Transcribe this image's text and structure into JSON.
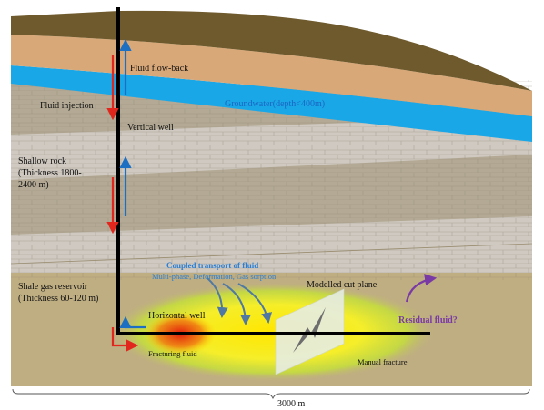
{
  "labels": {
    "fluid_flowback": "Fluid flow-back",
    "fluid_injection": "Fluid injection",
    "groundwater": "Groundwater(depth<400m)",
    "vertical_well": "Vertical well",
    "shallow_rock_1": "Shallow rock",
    "shallow_rock_2": "(Thickness 1800-",
    "shallow_rock_3": "2400 m)",
    "coupled_title": "Coupled transport of fluid",
    "coupled_sub": "Multi-phase, Deformation, Gas sorption",
    "reservoir_1": "Shale gas reservoir",
    "reservoir_2": "(Thickness 60-120 m)",
    "horizontal_well": "Horizontal well",
    "cut_plane": "Modelled cut plane",
    "residual_fluid": "Residual fluid?",
    "fracturing_fluid": "Fracturing fluid",
    "manual_fracture": "Manual fracture",
    "scale": "3000 m"
  },
  "colors": {
    "topsoil": "#6e5a2c",
    "sand": "#d9a878",
    "groundwater": "#1aa7e8",
    "rock_light": "#cfc9c1",
    "rock_dark": "#b3a994",
    "reservoir": "#bfae82",
    "injection_arrow": "#e0261d",
    "flowback_arrow": "#1c6fc2",
    "coupled_text": "#2a7fd4",
    "residual_text": "#7a3aa6",
    "well": "#000000"
  }
}
